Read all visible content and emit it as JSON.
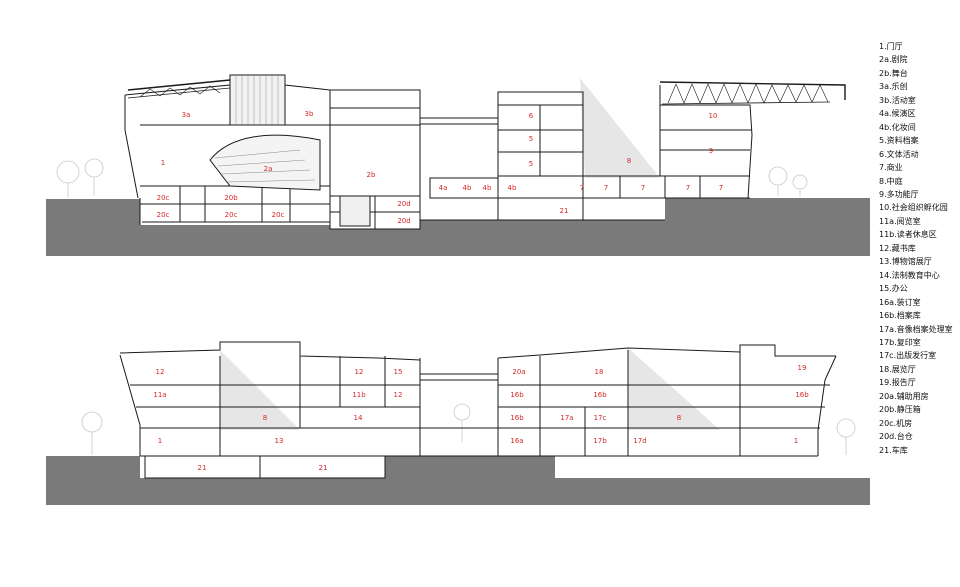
{
  "colors": {
    "ground": "#7a7a7a",
    "line": "#1a1a1a",
    "label": "#d62728",
    "shade": "#e4e4e4",
    "tree": "#cfcfcf"
  },
  "legend": [
    "1.门厅",
    "2a.剧院",
    "2b.舞台",
    "3a.乐创",
    "3b.活动室",
    "4a.候演区",
    "4b.化妆间",
    "5.资料档案",
    "6.文体活动",
    "7.商业",
    "8.中庭",
    "9.多功能厅",
    "10.社会组织孵化园",
    "11a.阅览室",
    "11b.读者休息区",
    "12.藏书库",
    "13.博物馆展厅",
    "14.法制教育中心",
    "15.办公",
    "16a.装订室",
    "16b.档案库",
    "17a.音像档案处理室",
    "17b.复印室",
    "17c.出版发行室",
    "18.展览厅",
    "19.报告厅",
    "20a.辅助用房",
    "20b.静压箱",
    "20c.机房",
    "20d.台仓",
    "21.车库"
  ],
  "section_a": {
    "rooms": [
      "3a",
      "3b",
      "20b",
      "1",
      "2a",
      "2b",
      "6",
      "5",
      "5",
      "10",
      "9",
      "8",
      "4a",
      "4b",
      "4b",
      "4b",
      "7",
      "7",
      "7",
      "7",
      "7",
      "20c",
      "20c",
      "20c",
      "20c",
      "20d",
      "20d",
      "21"
    ]
  },
  "section_b": {
    "rooms": [
      "12",
      "12",
      "15",
      "20a",
      "18",
      "19",
      "11a",
      "11b",
      "12",
      "16b",
      "16b",
      "16b",
      "8",
      "14",
      "16b",
      "17a",
      "17c",
      "8",
      "1",
      "13",
      "16a",
      "17b",
      "17d",
      "1",
      "21",
      "21"
    ]
  }
}
